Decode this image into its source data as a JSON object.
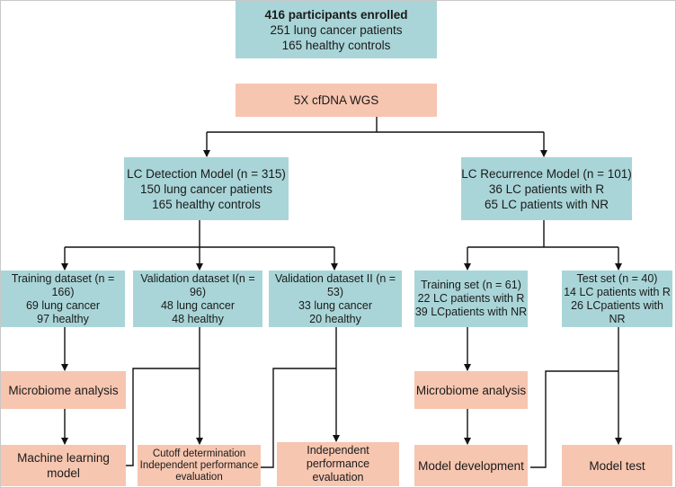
{
  "enrolled": {
    "title": "416 participants enrolled",
    "line1": "251 lung cancer patients",
    "line2": "165 healthy controls"
  },
  "wgs": {
    "label": "5X cfDNA WGS"
  },
  "detection_model": {
    "title": "LC Detection Model (n = 315)",
    "line1": "150 lung cancer patients",
    "line2": "165 healthy controls"
  },
  "recurrence_model": {
    "title": "LC Recurrence Model (n = 101)",
    "line1": "36 LC patients with R",
    "line2": "65 LC patients with NR"
  },
  "training_dataset": {
    "title": "Training dataset (n = 166)",
    "line1": "69 lung cancer",
    "line2": "97 healthy"
  },
  "validation_1": {
    "title": "Validation dataset I(n = 96)",
    "line1": "48 lung cancer",
    "line2": "48 healthy"
  },
  "validation_2": {
    "title": "Validation dataset II (n = 53)",
    "line1": "33 lung cancer",
    "line2": "20 healthy"
  },
  "training_set": {
    "title": "Training set (n = 61)",
    "line1": "22 LC patients with R",
    "line2": "39 LCpatients with NR"
  },
  "test_set": {
    "title": "Test set (n = 40)",
    "line1": "14 LC patients with R",
    "line2": "26 LCpatients with NR"
  },
  "microbiome_left": {
    "label": "Microbiome analysis"
  },
  "microbiome_right": {
    "label": "Microbiome analysis"
  },
  "machine_learning": {
    "label": "Machine learning model"
  },
  "cutoff": {
    "line1": "Cutoff determination",
    "line2": "Independent performance",
    "line3": "evaluation"
  },
  "independent_eval": {
    "line1": "Independent performance",
    "line2": "evaluation"
  },
  "model_development": {
    "label": "Model development"
  },
  "model_test": {
    "label": "Model test"
  },
  "colors": {
    "teal": "#a9d5d8",
    "salmon": "#f7c6b0",
    "line": "#111111"
  }
}
